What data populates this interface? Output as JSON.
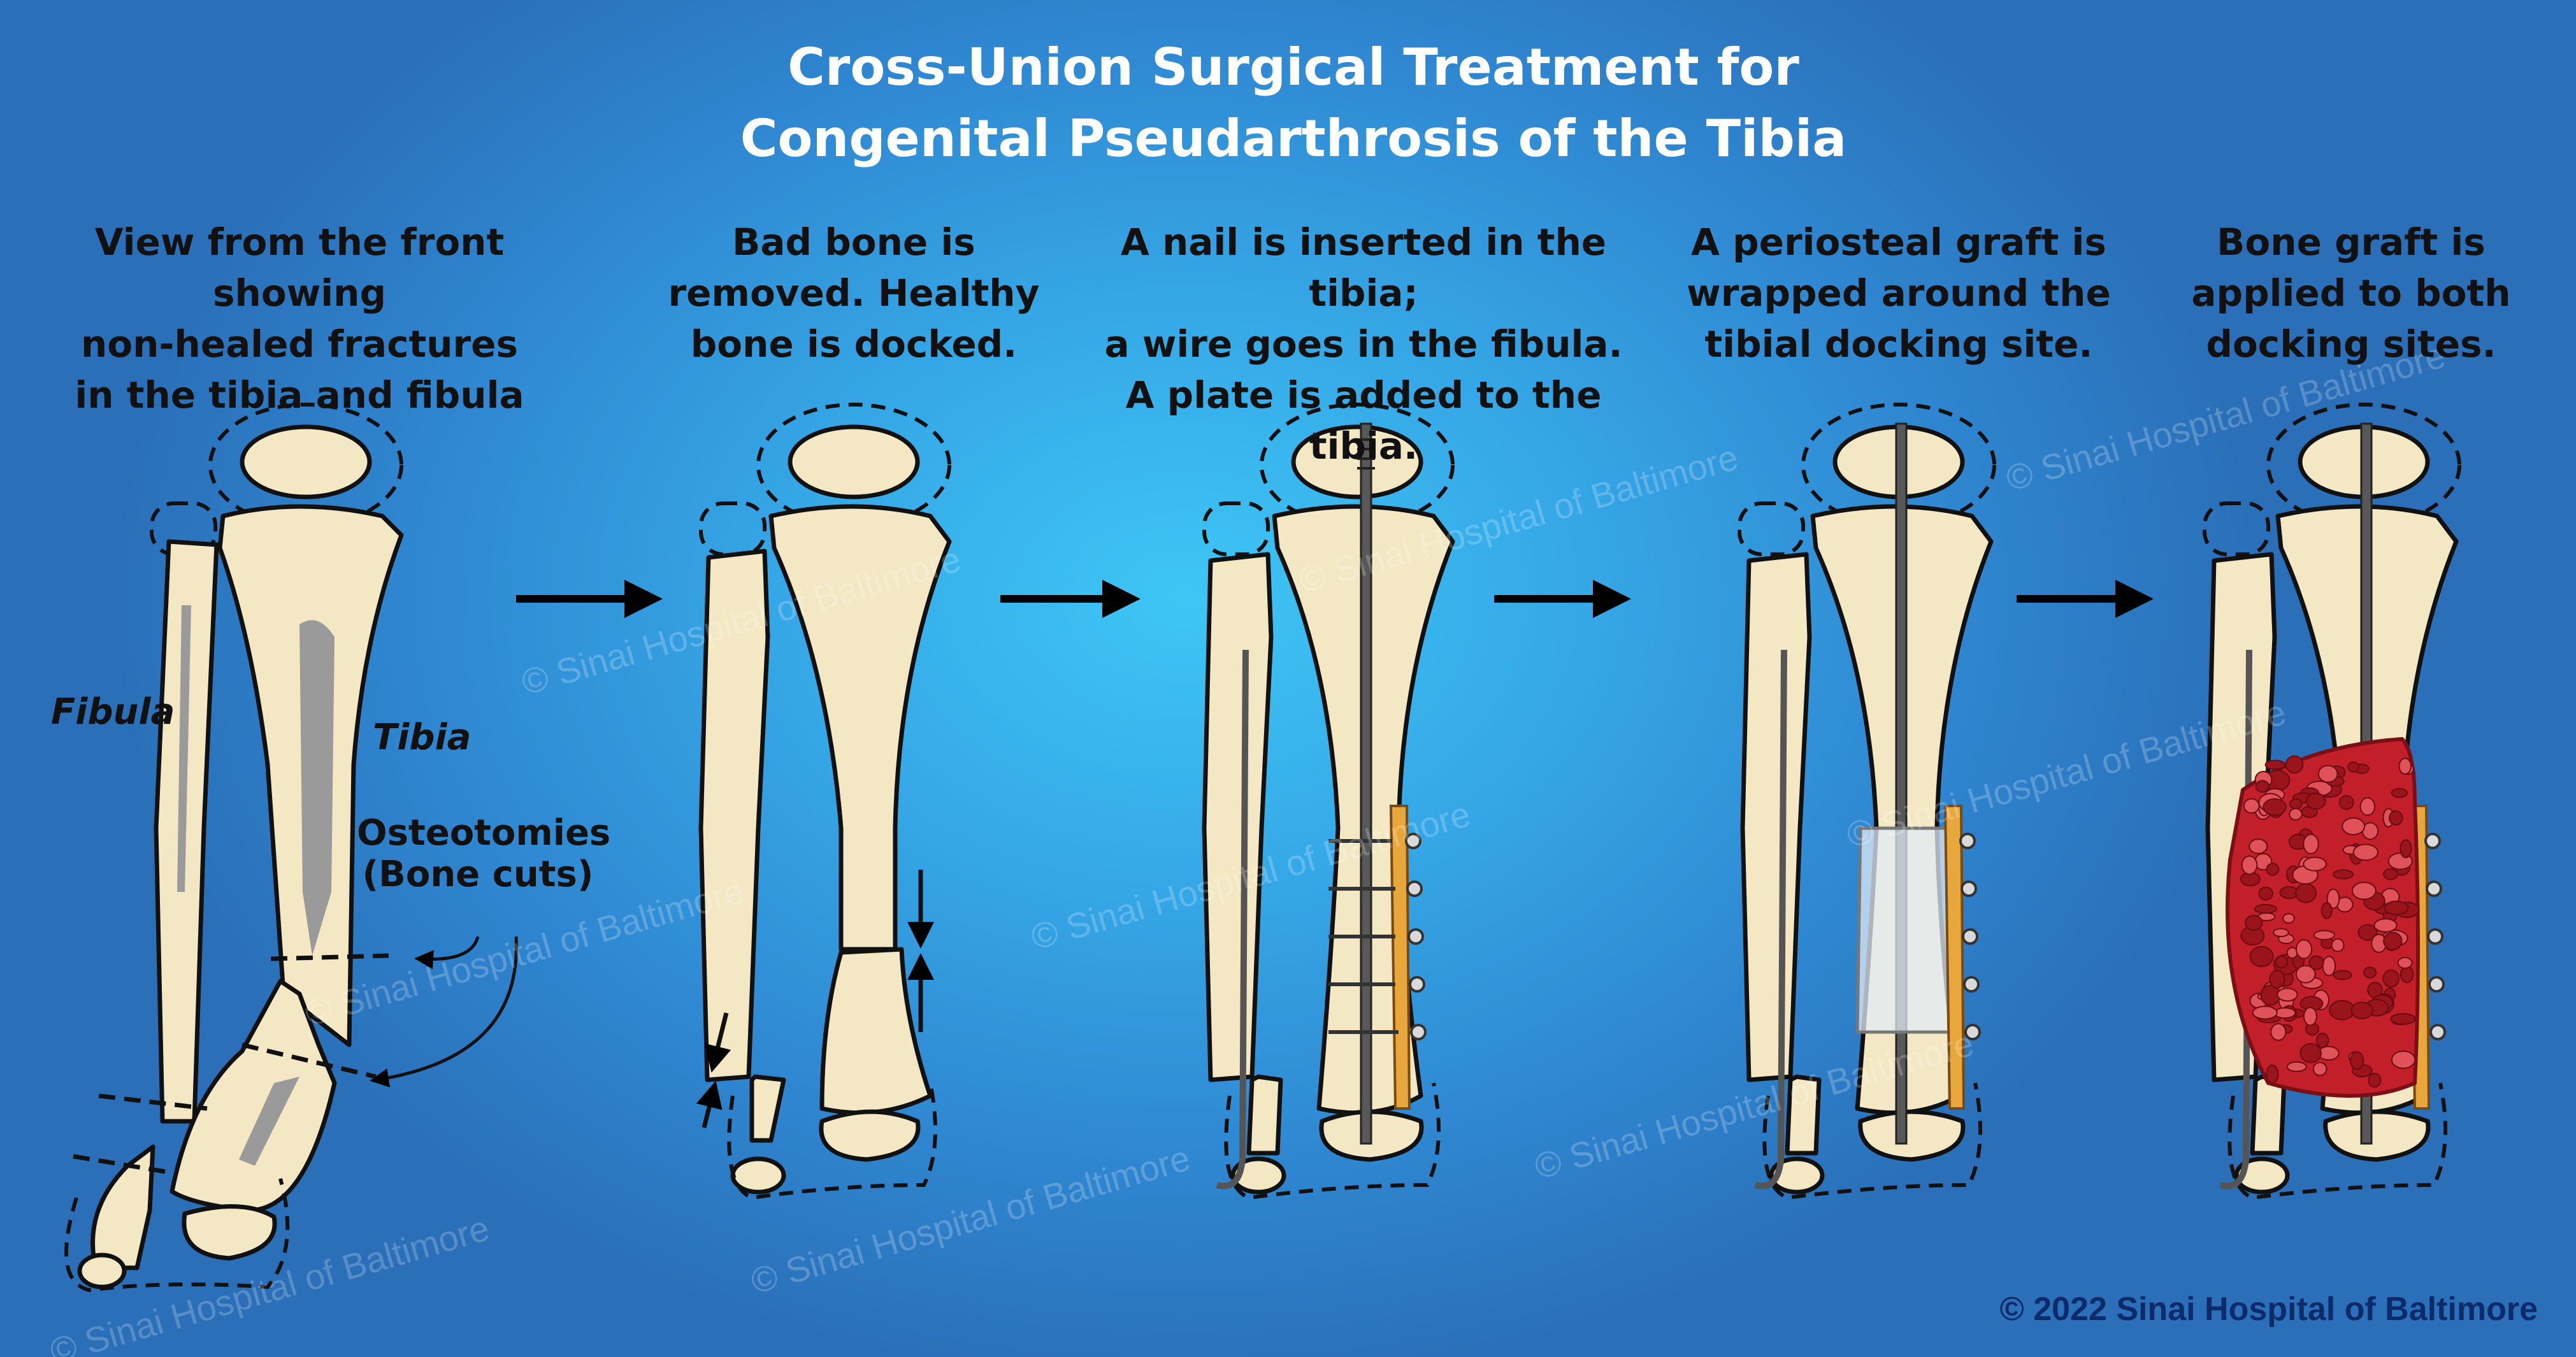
{
  "title": {
    "line1": "Cross-Union Surgical Treatment for",
    "line2": "Congenital Pseudarthrosis of the Tibia"
  },
  "panels": [
    {
      "caption_lines": [
        "View from the front showing",
        "non-healed fractures",
        "in the tibia and fibula"
      ]
    },
    {
      "caption_lines": [
        "Bad bone is",
        "removed. Healthy",
        "bone is docked."
      ]
    },
    {
      "caption_lines": [
        "A nail is inserted in the tibia;",
        "a wire goes in the fibula.",
        "A plate is added to the tibia."
      ]
    },
    {
      "caption_lines": [
        "A periosteal graft is",
        "wrapped around the",
        "tibial docking site."
      ]
    },
    {
      "caption_lines": [
        "Bone graft is",
        "applied to both",
        "docking sites."
      ]
    }
  ],
  "labels": {
    "fibula": "Fibula",
    "tibia": "Tibia",
    "osteotomies_line1": "Osteotomies",
    "osteotomies_line2": "(Bone cuts)"
  },
  "watermark": "© Sinai Hospital of Baltimore",
  "copyright": "© 2022 Sinai Hospital of Baltimore",
  "colors": {
    "background_center": "#3ec6f5",
    "background_edge": "#2a6fb8",
    "bone": "#f3e8c3",
    "plate": "#e8a73c",
    "graft": "#c21f2a",
    "title": "#ffffff"
  }
}
